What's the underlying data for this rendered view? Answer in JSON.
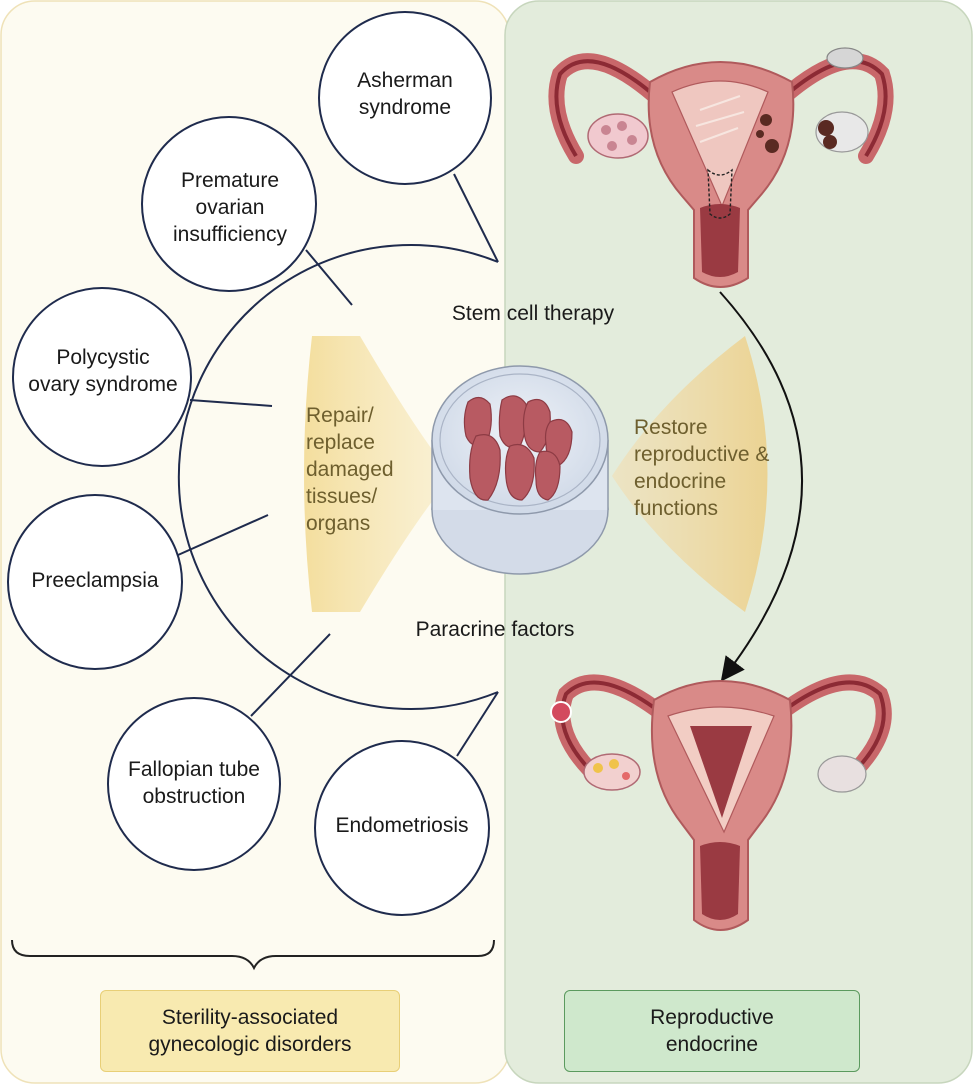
{
  "center": {
    "top_label": "Stem cell therapy",
    "bottom_label": "Paracrine factors",
    "left_text": "Repair/\nreplace\ndamaged\ntissues/\norgans",
    "right_text": "Restore\nreproductive &\nendocrine\nfunctions"
  },
  "disorders": [
    "Asherman\nsyndrome",
    "Premature\novarian\ninsufficiency",
    "Polycystic\novary syndrome",
    "Preeclampsia",
    "Fallopian tube\nobstruction",
    "Endometriosis"
  ],
  "footer": {
    "left_box": "Sterility-associated\ngynecologic disorders",
    "right_box": "Reproductive\nendocrine"
  },
  "colors": {
    "left_panel": "#fdfbf1",
    "left_border": "#efe2b8",
    "right_panel": "#e3ecdc",
    "right_border": "#c7d6bd",
    "gold_fan": "#f0d490",
    "left_box_fill": "#f8eab0",
    "left_box_border": "#e8cf77",
    "right_box_fill": "#cfe8cc",
    "right_box_border": "#5b9a5e",
    "navy_line": "#1f2b4d",
    "uterus_muscle": "#c8676a",
    "uterus_dark": "#8c2a34",
    "tissue": "#b85a62"
  }
}
